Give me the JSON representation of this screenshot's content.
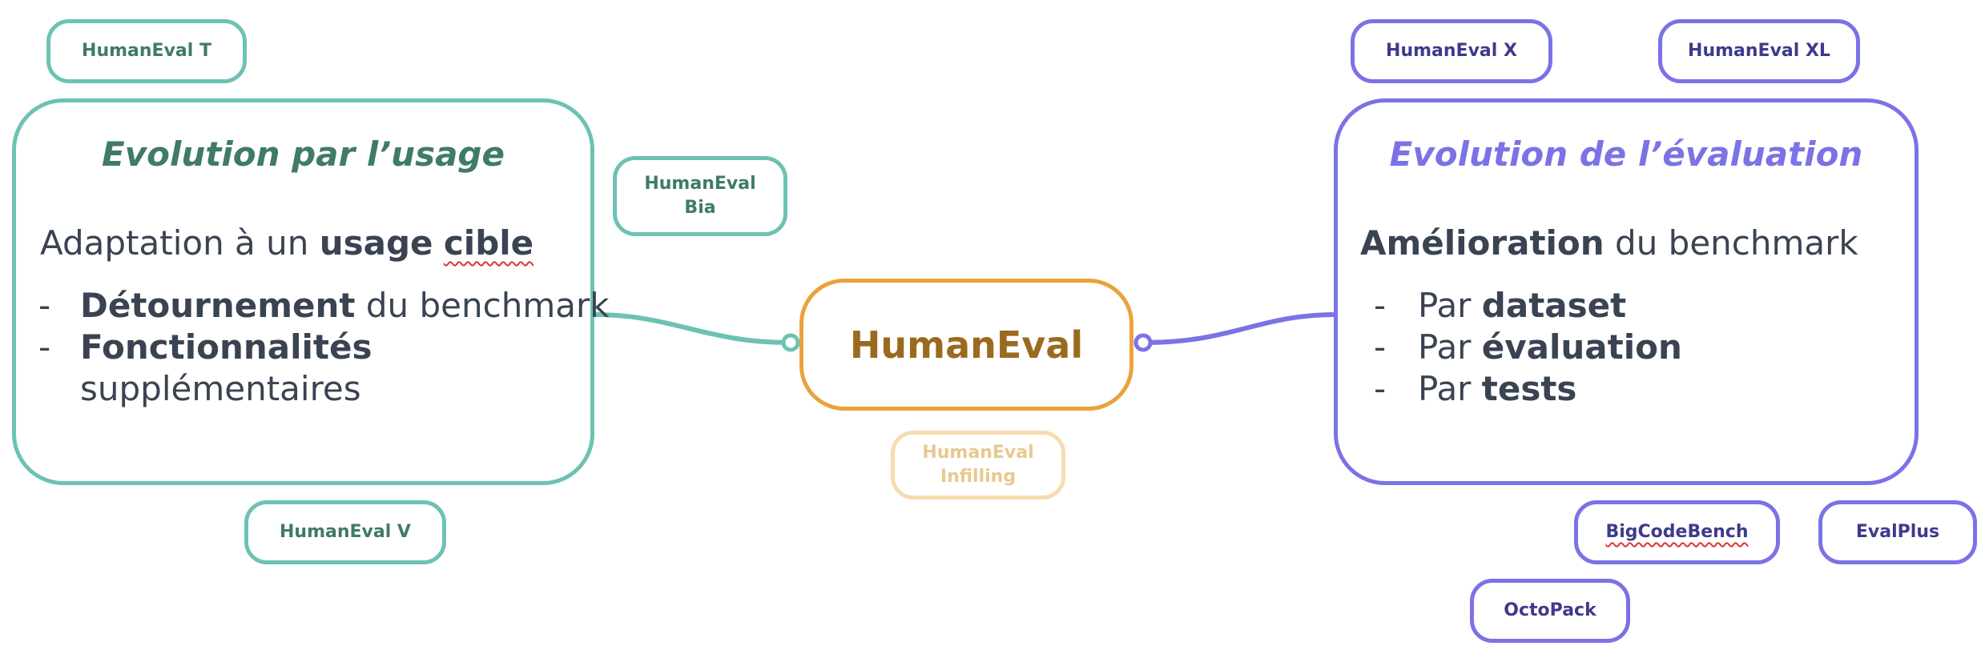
{
  "center": {
    "label": "HumanEval"
  },
  "left": {
    "title": "Evolution par l’usage",
    "intro_prefix": "Adaptation à un ",
    "intro_bold1": "usage",
    "intro_bold2": "cible",
    "bullets": [
      {
        "dash": "-",
        "bold": "Détournement",
        "rest": " du benchmark"
      },
      {
        "dash": "-",
        "bold": "Fonctionnalités",
        "rest": "supplémentaires"
      }
    ]
  },
  "right": {
    "title": "Evolution de l’évaluation",
    "intro_bold": "Amélioration",
    "intro_rest": " du benchmark",
    "bullets": [
      {
        "dash": "-",
        "prefix": "Par ",
        "bold": "dataset"
      },
      {
        "dash": "-",
        "prefix": "Par ",
        "bold": "évaluation"
      },
      {
        "dash": "-",
        "prefix": "Par ",
        "bold": "tests"
      }
    ]
  },
  "nodes": {
    "humaneval_t": "HumanEval T",
    "humaneval_bia_1": "HumanEval",
    "humaneval_bia_2": "Bia",
    "humaneval_v": "HumanEval V",
    "humaneval_infilling_1": "HumanEval",
    "humaneval_infilling_2": "Infilling",
    "humaneval_x": "HumanEval X",
    "humaneval_xl": "HumanEval XL",
    "bigcodebench": "BigCodeBench",
    "evalplus": "EvalPlus",
    "octopack": "OctoPack"
  },
  "colors": {
    "teal": "#6cc2b3",
    "teal_text": "#3f7a6a",
    "purple": "#7b72e6",
    "purple_text": "#3e3a8c",
    "orange": "#e8a33d",
    "orange_text": "#9a6a1e",
    "faded": "#f6dcae"
  }
}
